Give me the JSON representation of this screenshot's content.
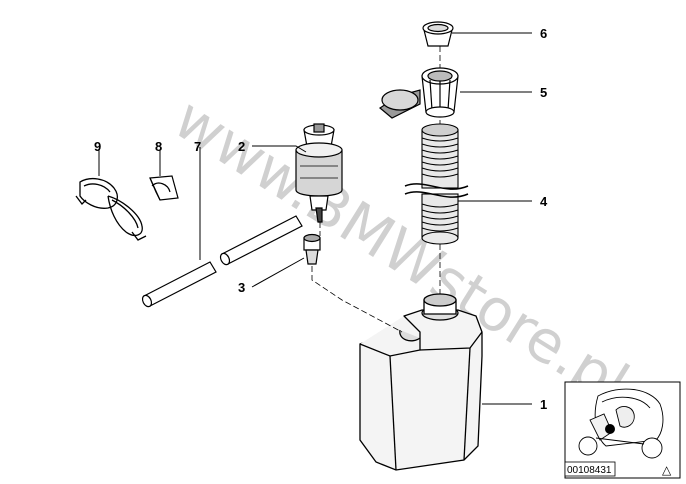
{
  "diagram": {
    "callouts": [
      "1",
      "2",
      "3",
      "4",
      "5",
      "6",
      "7",
      "8",
      "9"
    ],
    "watermark": "www.BMWstore.pl",
    "thumbnail": {
      "part_number": "00108431",
      "warning_glyph": "△"
    }
  }
}
